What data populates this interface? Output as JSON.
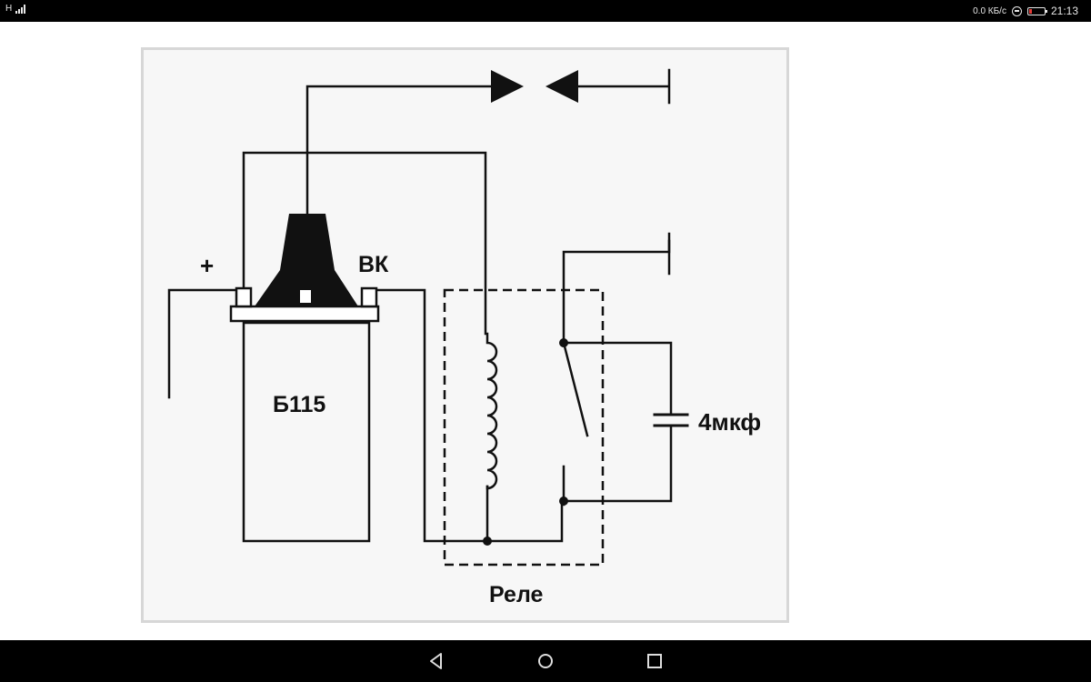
{
  "status_bar": {
    "left_indicator": "H",
    "network_speed": "0.0 КБ/с",
    "time": "21:13",
    "battery_color": "#e53935",
    "icons": [
      "signal-h-icon",
      "do-not-disturb-icon",
      "battery-icon"
    ]
  },
  "diagram": {
    "labels": {
      "plus": "+",
      "bk": "ВК",
      "coil": "Б115",
      "capacitor": "4мкф",
      "relay": "Реле"
    }
  },
  "nav_bar": {
    "buttons": [
      "back-icon",
      "home-icon",
      "recent-apps-icon"
    ]
  }
}
